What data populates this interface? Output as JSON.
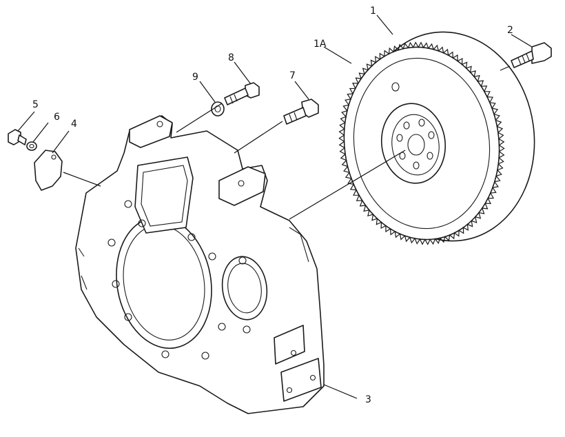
{
  "callouts": {
    "c1": "1",
    "c1a": "1A",
    "c2": "2",
    "c3": "3",
    "c4": "4",
    "c5": "5",
    "c6": "6",
    "c7": "7",
    "c8": "8",
    "c9": "9"
  },
  "colors": {
    "line": "#1a1a1a",
    "background": "#ffffff"
  }
}
